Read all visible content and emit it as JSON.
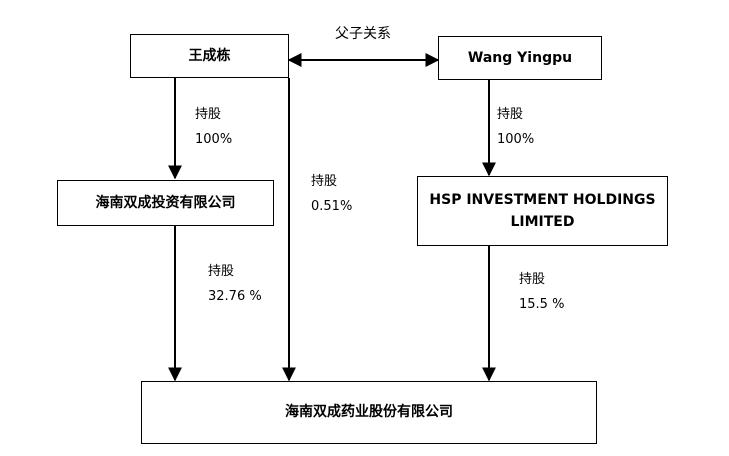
{
  "nodes": {
    "wang_chengdong": "王成栋",
    "wang_yingpu": "Wang Yingpu",
    "hainan_investment": "海南双成投资有限公司",
    "hsp_line1": "HSP INVESTMENT HOLDINGS",
    "hsp_line2": "LIMITED",
    "hainan_pharma": "海南双成药业股份有限公司"
  },
  "relation": {
    "father_son": "父子关系"
  },
  "edges": {
    "wang_to_invest": {
      "label": "持股",
      "pct": "100%"
    },
    "wang_to_pharma": {
      "label": "持股",
      "pct": "0.51%"
    },
    "yingpu_to_hsp": {
      "label": "持股",
      "pct": "100%"
    },
    "invest_to_pharma": {
      "label": "持股",
      "pct": "32.76 %"
    },
    "hsp_to_pharma": {
      "label": "持股",
      "pct": "15.5 %"
    }
  }
}
